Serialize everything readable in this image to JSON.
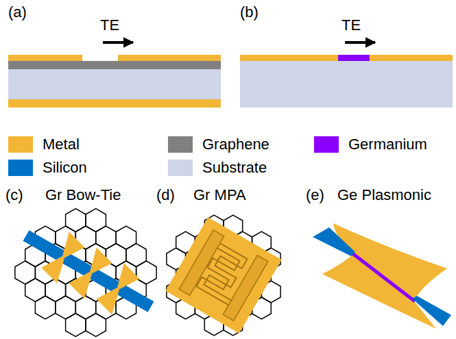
{
  "diagram": {
    "labels": [
      "(a)",
      "TE",
      "(b)",
      "TE",
      "(c)",
      "Gr Bow-Tie",
      "(d)",
      "Gr MPA",
      "(e)",
      "Ge Plasmonic"
    ],
    "legend": [
      {
        "text": "Metal",
        "color": "#F2B535"
      },
      {
        "text": "Graphene",
        "color": "#808080"
      },
      {
        "text": "Germanium",
        "color": "#8A00FF"
      },
      {
        "text": "Silicon",
        "color": "#0072C6"
      },
      {
        "text": "Substrate",
        "color": "#CDD5E6"
      }
    ]
  }
}
